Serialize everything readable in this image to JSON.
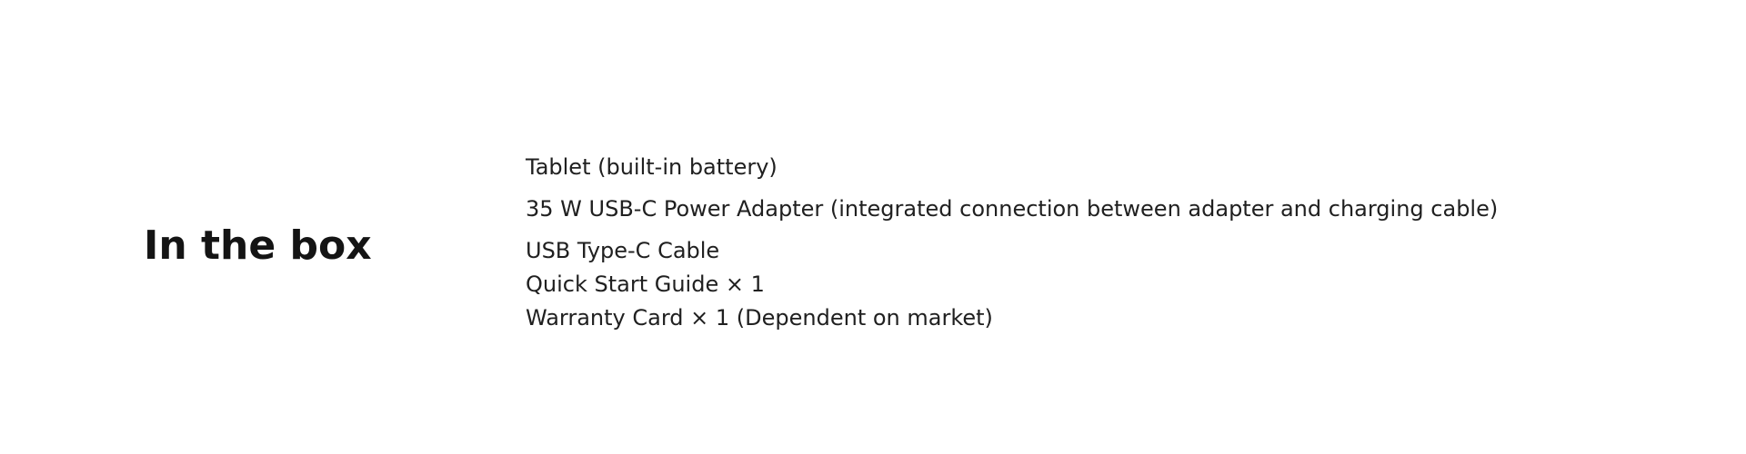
{
  "section": {
    "heading": "In the box",
    "items": [
      "Tablet (built-in battery)",
      "35 W USB-C Power Adapter (integrated connection between adapter and charging cable)",
      "USB Type-C Cable",
      "Quick Start Guide × 1",
      "Warranty Card × 1 (Dependent on market)"
    ]
  },
  "colors": {
    "background": "#ffffff",
    "heading_text": "#141414",
    "body_text": "#202020"
  }
}
